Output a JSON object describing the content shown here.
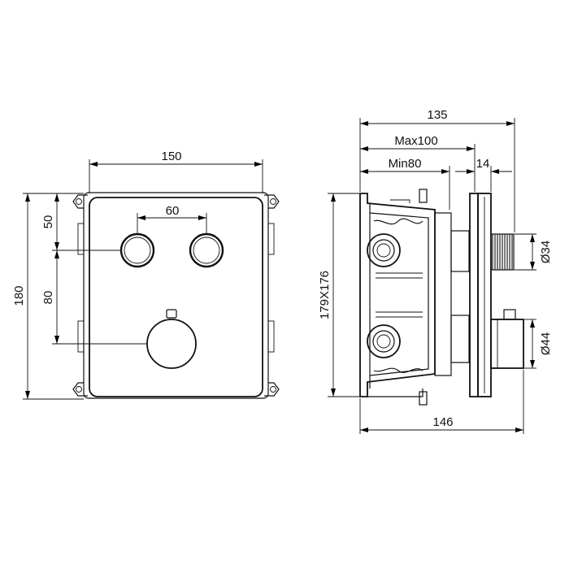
{
  "front_view": {
    "width_label": "150",
    "spacing_label": "60",
    "height_label": "180",
    "offset_top_label": "50",
    "offset_mid_label": "80"
  },
  "side_view": {
    "depth_label": "135",
    "max_label": "Max100",
    "min_label": "Min80",
    "flange_label": "14",
    "body_label": "179X176",
    "bottom_label": "146",
    "spindle_diameter_label": "Ø34",
    "handle_diameter_label": "Ø44"
  }
}
